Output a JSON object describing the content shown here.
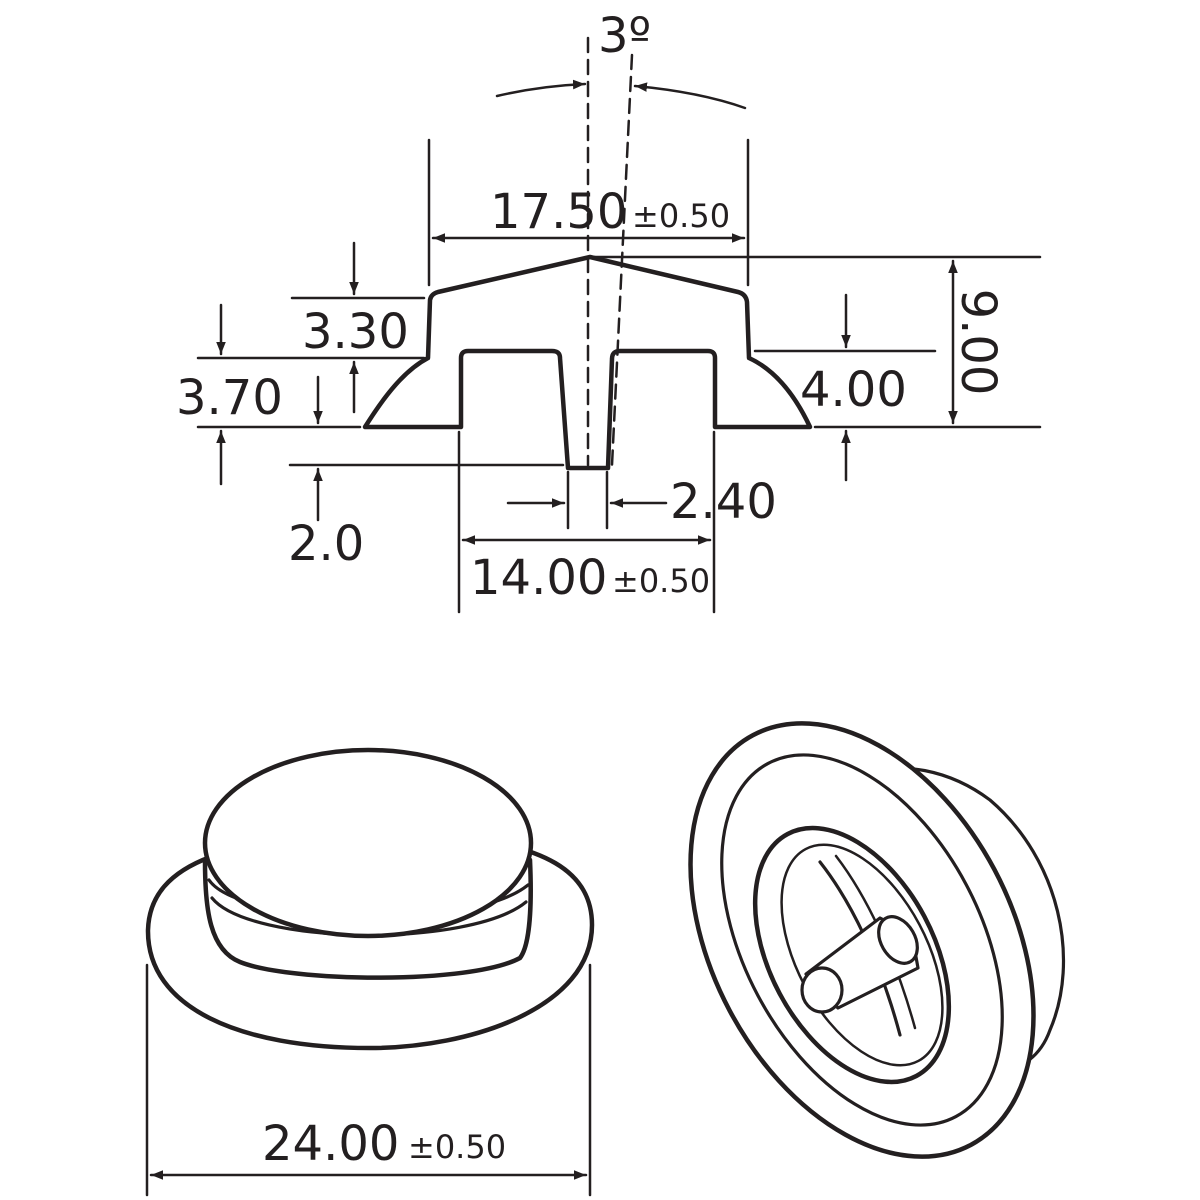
{
  "dimensions": {
    "angle": "3º",
    "width_top": "17.50",
    "width_top_tol": "±0.50",
    "cap_height": "3.30",
    "flange_height": "3.70",
    "inner_height": "4.00",
    "total_height": "9.00",
    "slot_width": "2.40",
    "slot_depth": "2.0",
    "base_width": "14.00",
    "base_width_tol": "±0.50",
    "diameter": "24.00",
    "diameter_tol": "±0.50"
  },
  "colors": {
    "line": "#231f20",
    "background": "#ffffff"
  }
}
